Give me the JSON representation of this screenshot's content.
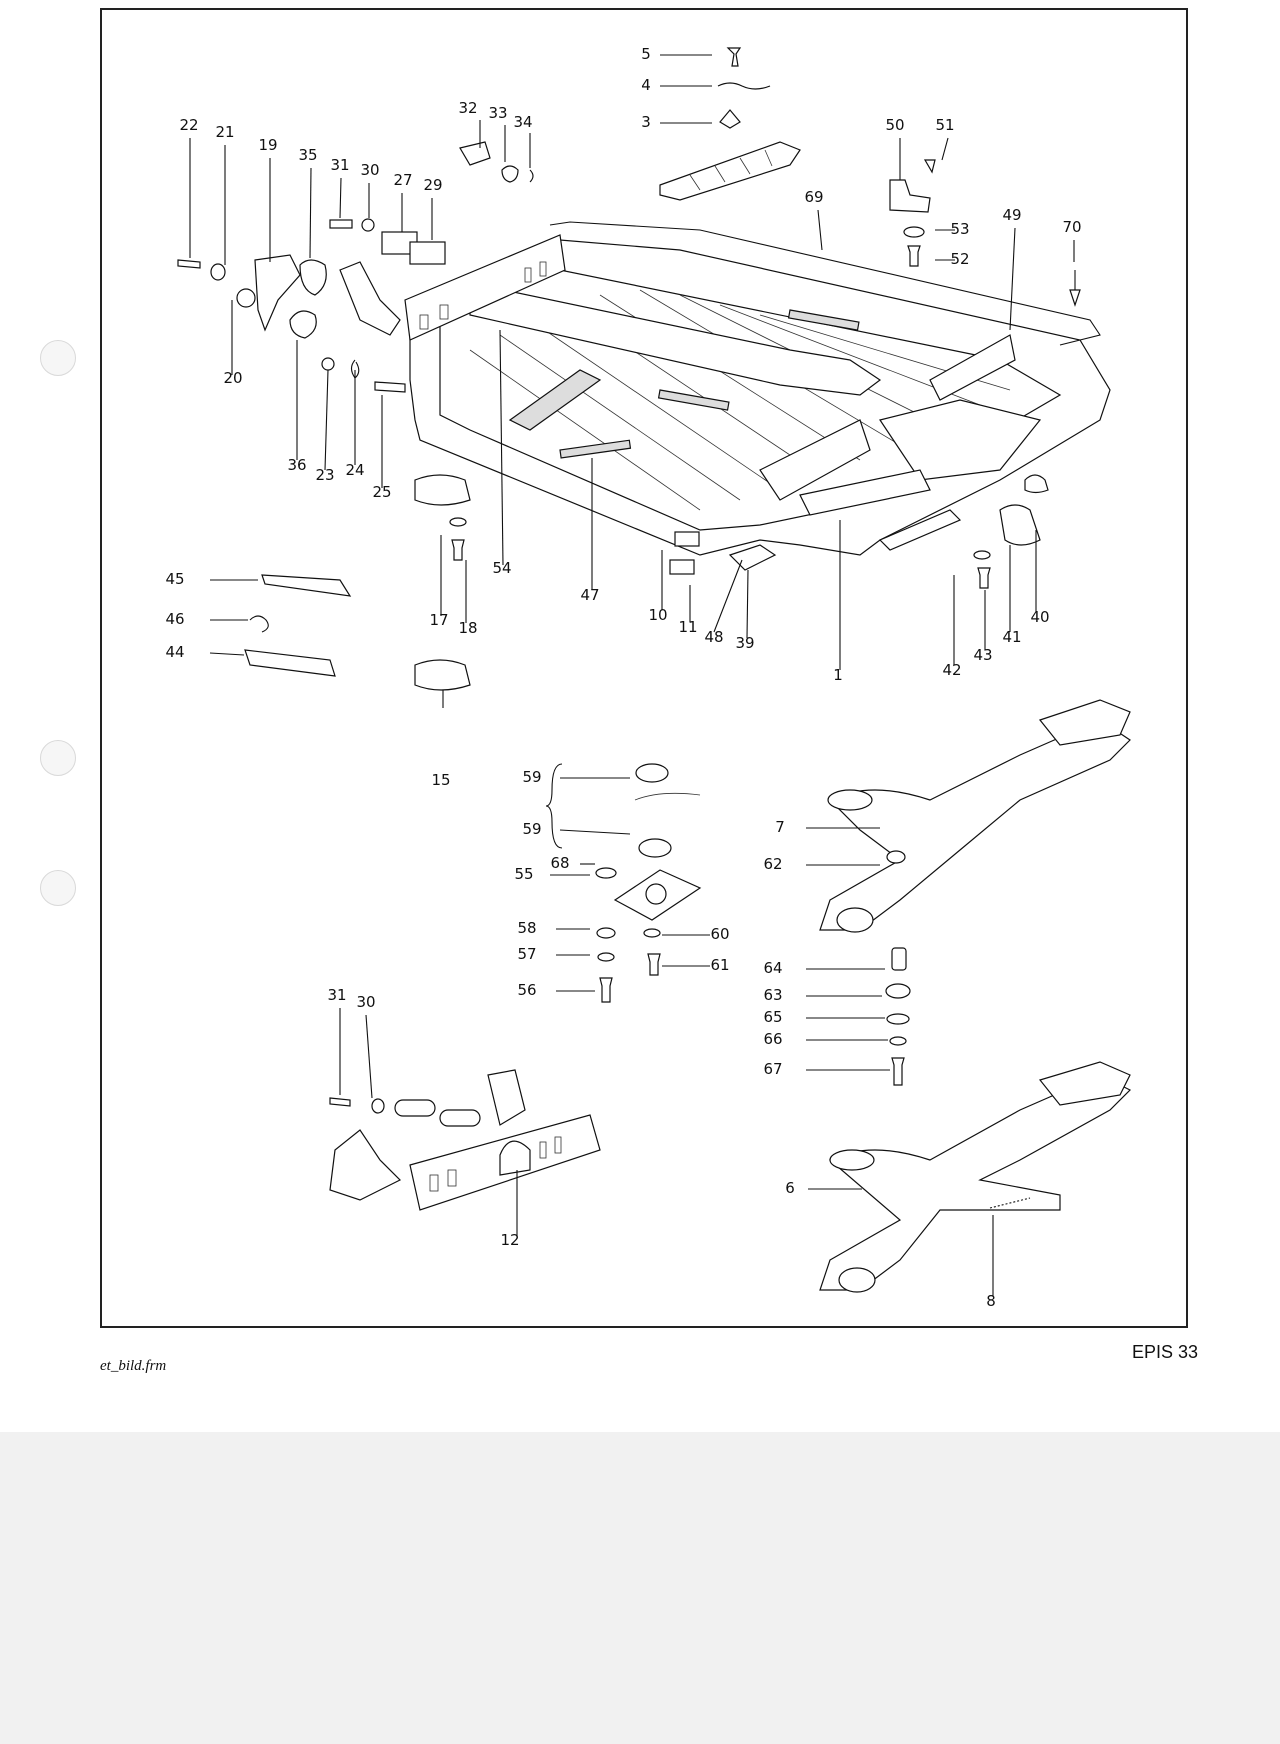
{
  "footer": {
    "sheet_code": "EPIS 33",
    "source_file": "et_bild.frm"
  },
  "diagram": {
    "part_numbers": [
      "5",
      "4",
      "3",
      "32",
      "33",
      "34",
      "50",
      "51",
      "22",
      "21",
      "19",
      "35",
      "31",
      "30",
      "27",
      "29",
      "69",
      "53",
      "49",
      "70",
      "52",
      "20",
      "36",
      "23",
      "24",
      "25",
      "54",
      "47",
      "17",
      "18",
      "10",
      "11",
      "48",
      "39",
      "1",
      "42",
      "43",
      "41",
      "40",
      "45",
      "46",
      "44",
      "15",
      "59",
      "59",
      "7",
      "55",
      "68",
      "62",
      "58",
      "60",
      "57",
      "61",
      "64",
      "56",
      "63",
      "65",
      "66",
      "67",
      "31",
      "30",
      "12",
      "6",
      "8"
    ]
  }
}
